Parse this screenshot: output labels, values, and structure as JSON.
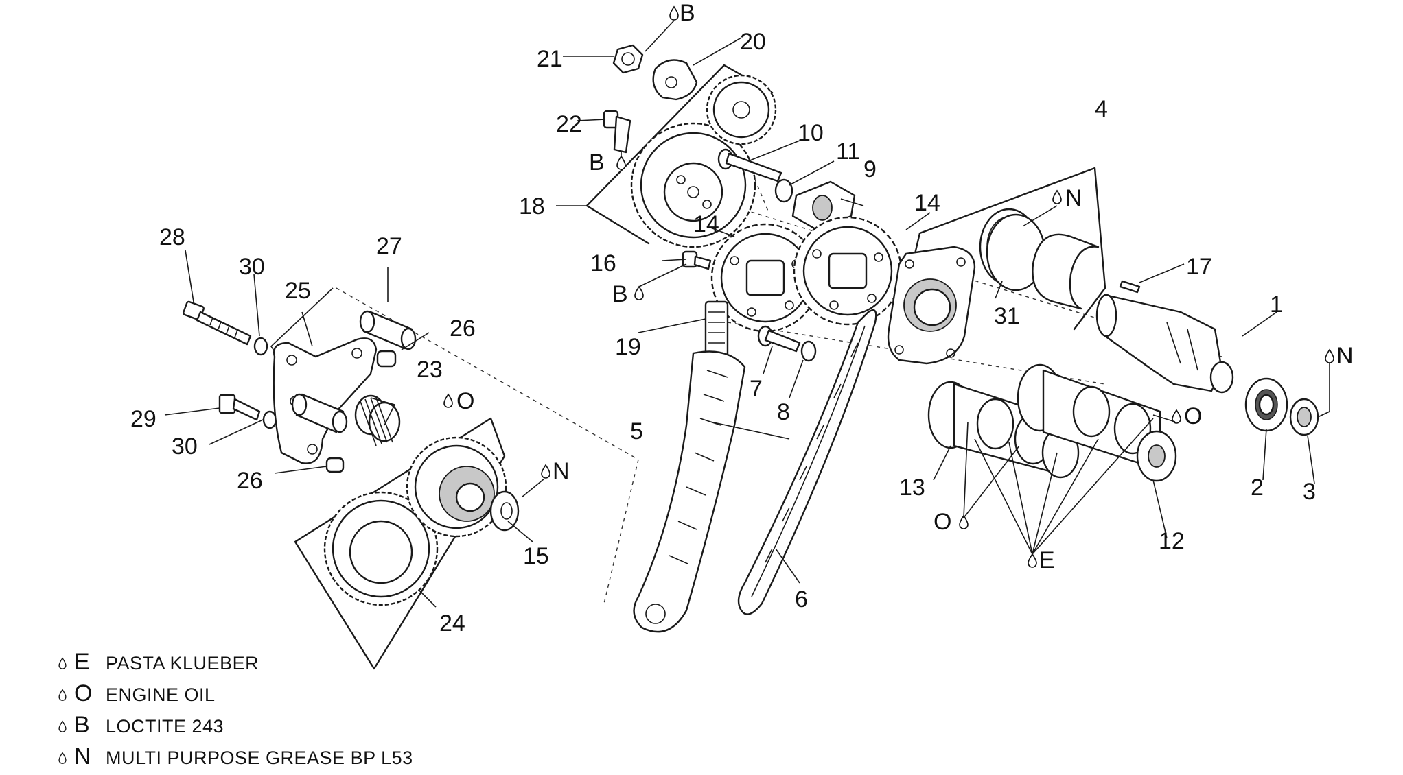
{
  "callouts": [
    "1",
    "2",
    "3",
    "4",
    "5",
    "6",
    "7",
    "8",
    "9",
    "10",
    "11",
    "12",
    "13",
    "14",
    "14",
    "15",
    "16",
    "17",
    "18",
    "19",
    "20",
    "21",
    "22",
    "23",
    "24",
    "25",
    "26",
    "26",
    "27",
    "28",
    "29",
    "30",
    "30",
    "31"
  ],
  "lubricant_markers": [
    "B",
    "B",
    "B",
    "N",
    "N",
    "N",
    "O",
    "O",
    "O",
    "E"
  ],
  "legend": [
    {
      "code": "E",
      "description": "PASTA KLUEBER"
    },
    {
      "code": "O",
      "description": "ENGINE OIL"
    },
    {
      "code": "B",
      "description": "LOCTITE 243"
    },
    {
      "code": "N",
      "description": "MULTI PURPOSE GREASE BP L53"
    }
  ]
}
